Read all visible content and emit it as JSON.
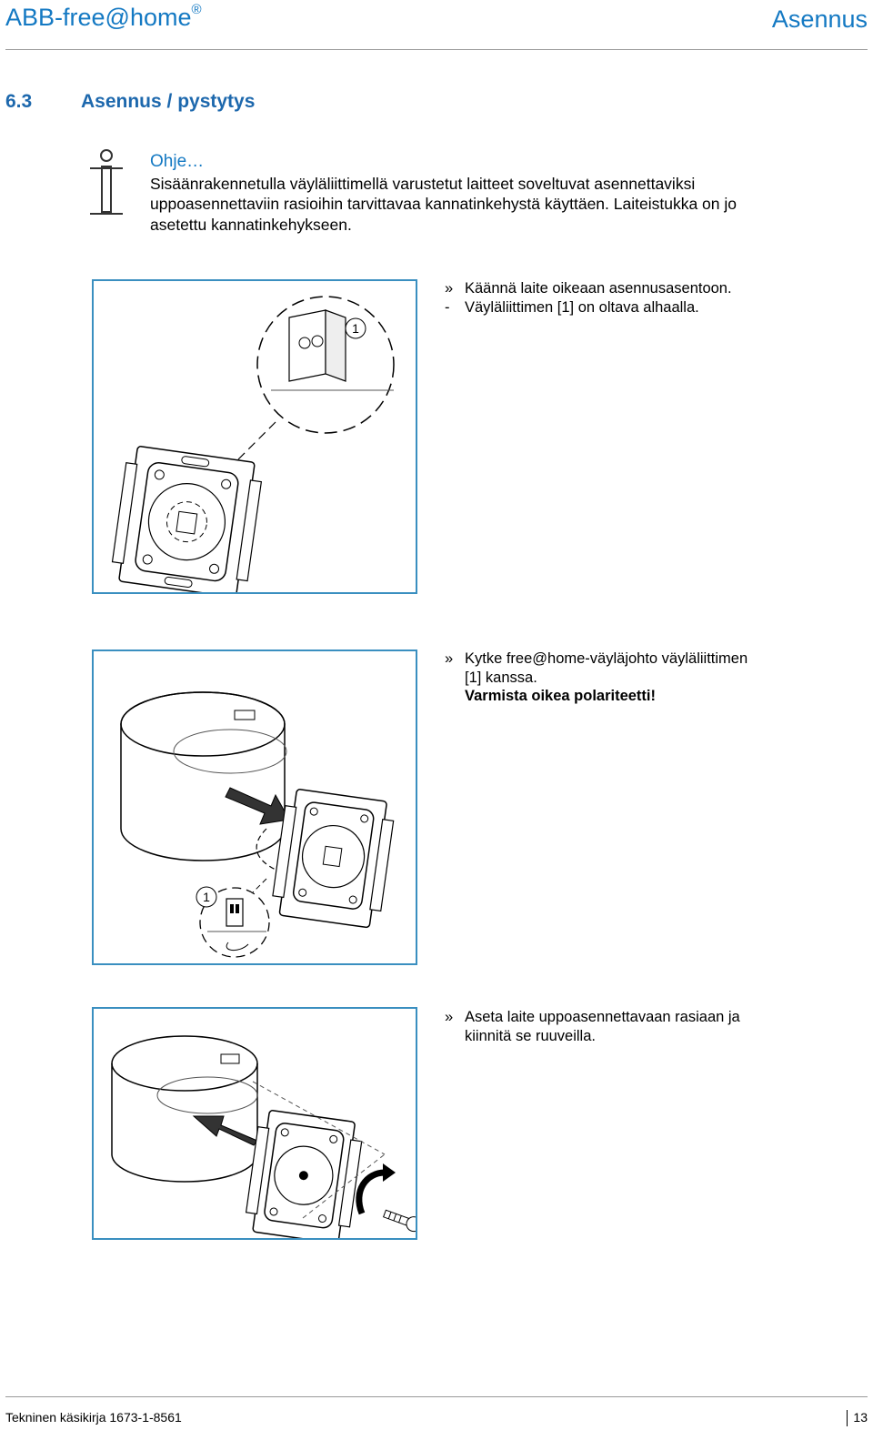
{
  "header": {
    "brand": "ABB-free@home",
    "brand_mark": "®",
    "section": "Asennus"
  },
  "heading": {
    "number": "6.3",
    "title": "Asennus / pystytys"
  },
  "note": {
    "icon": "info-icon",
    "title": "Ohje…",
    "text": "Sisäänrakennetulla väyläliittimellä varustetut laitteet soveltuvat asennettaviksi uppoasennettaviin rasioihin tarvittavaa kannatinkehystä käyttäen. Laiteistukka on jo asetettu kannatinkehykseen."
  },
  "steps": [
    {
      "marker": "»",
      "text": "Käännä laite oikeaan asennusasentoon.",
      "sub_marker": "-",
      "sub_text": "Väyläliittimen [1] on oltava alhaalla.",
      "callout": "1"
    },
    {
      "marker": "»",
      "line1": "Kytke free@home-väyläjohto väyläliittimen",
      "line2": "[1] kanssa.",
      "bold": "Varmista oikea polariteetti!",
      "callout": "1"
    },
    {
      "marker": "»",
      "line1": "Aseta laite uppoasennettavaan rasiaan ja",
      "line2": "kiinnitä se ruuveilla."
    }
  ],
  "colors": {
    "brand_blue": "#1479c3",
    "heading_blue": "#1d68ad",
    "frame_blue": "#3a8fc0"
  },
  "footer": {
    "left": "Tekninen käsikirja 1673-1-8561",
    "page": "13"
  }
}
